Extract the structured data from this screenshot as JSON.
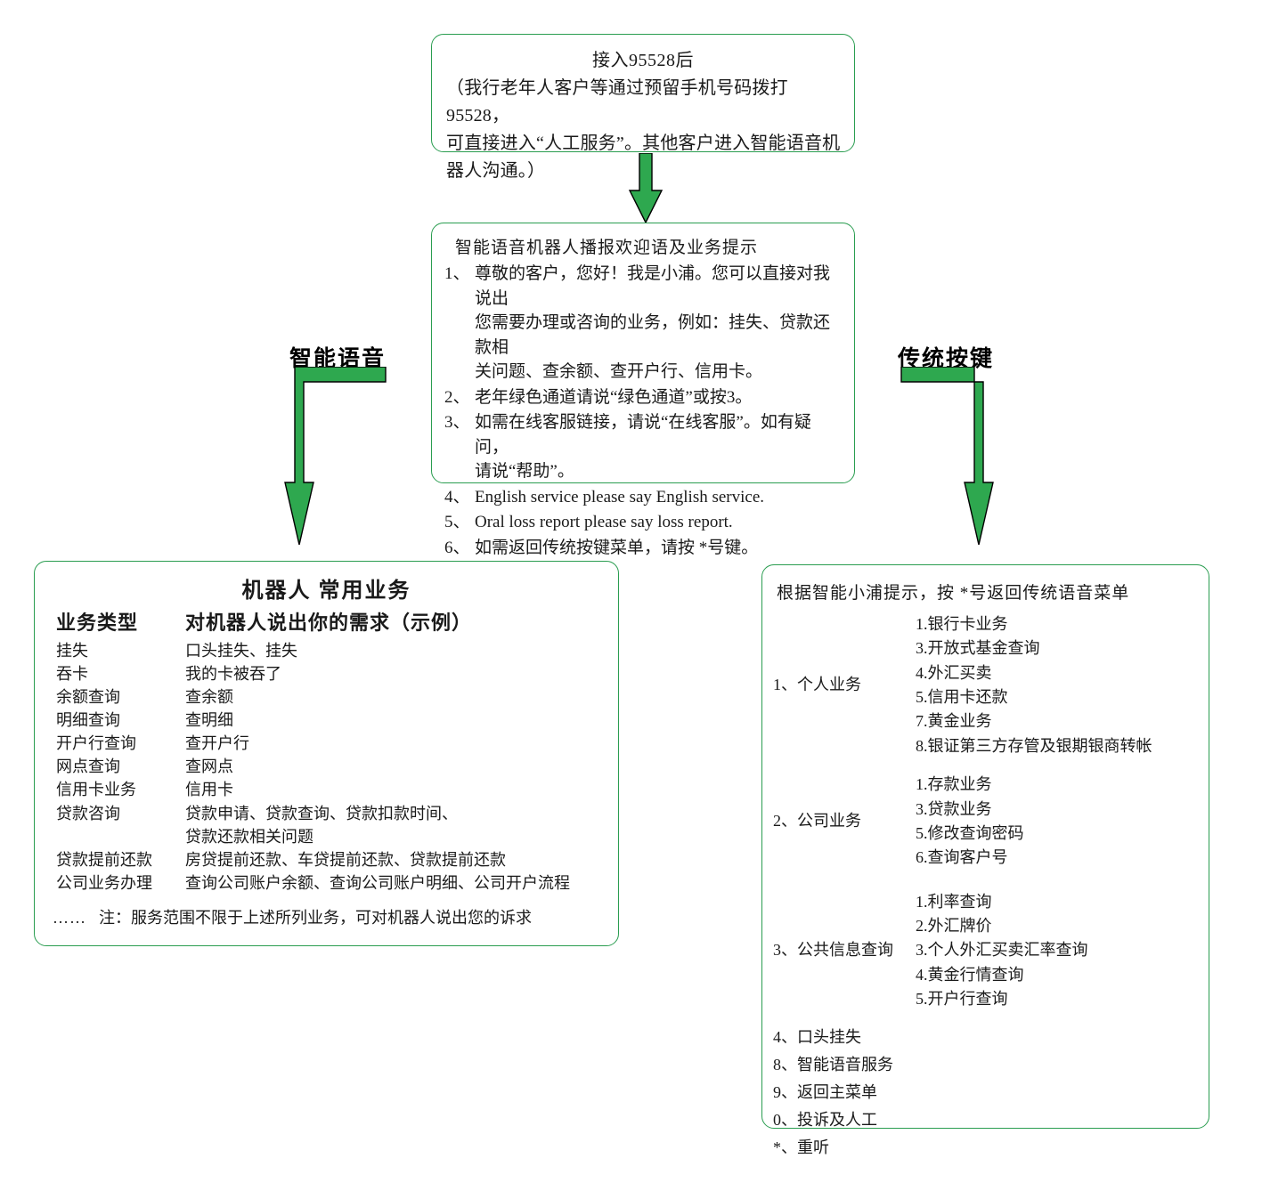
{
  "colors": {
    "arrow_fill": "#2EA84F",
    "arrow_stroke": "#000000",
    "box_border": "#2a9d50",
    "text": "#1a1a1a"
  },
  "entry_box": {
    "title": "接入95528后",
    "lines": [
      "（我行老年人客户等通过预留手机号码拨打95528，",
      "可直接进入“人工服务”。其他客户进入智能语音机",
      "器人沟通。）"
    ]
  },
  "robot_box": {
    "heading": "智能语音机器人播报欢迎语及业务提示",
    "items": [
      {
        "num": "1、",
        "lines": [
          "尊敬的客户，您好！我是小浦。您可以直接对我说出",
          "您需要办理或咨询的业务，例如：挂失、贷款还款相",
          "关问题、查余额、查开户行、信用卡。"
        ]
      },
      {
        "num": "2、",
        "lines": [
          "老年绿色通道请说“绿色通道”或按3。"
        ]
      },
      {
        "num": "3、",
        "lines": [
          "如需在线客服链接，请说“在线客服”。如有疑问，",
          "请说“帮助”。"
        ]
      },
      {
        "num": "4、",
        "lines": [
          "English service please say English service."
        ]
      },
      {
        "num": "5、",
        "lines": [
          "Oral loss report please say loss report."
        ]
      },
      {
        "num": "6、",
        "lines": [
          "如需返回传统按键菜单，请按 *号键。"
        ]
      }
    ]
  },
  "arrows": {
    "left_label": "智能语音",
    "right_label": "传统按键"
  },
  "left_box": {
    "title": "机器人 常用业务",
    "header": {
      "col1": "业务类型",
      "col2": "对机器人说出你的需求（示例）"
    },
    "rows": [
      {
        "type": "挂失",
        "example": "口头挂失、挂失"
      },
      {
        "type": "吞卡",
        "example": "我的卡被吞了"
      },
      {
        "type": "余额查询",
        "example": "查余额"
      },
      {
        "type": "明细查询",
        "example": "查明细"
      },
      {
        "type": "开户行查询",
        "example": "查开户行"
      },
      {
        "type": "网点查询",
        "example": "查网点"
      },
      {
        "type": "信用卡业务",
        "example": "信用卡"
      },
      {
        "type": "贷款咨询",
        "example": "贷款申请、贷款查询、贷款扣款时间、",
        "example2": "贷款还款相关问题"
      },
      {
        "type": "贷款提前还款",
        "example": "房贷提前还款、车贷提前还款、贷款提前还款"
      },
      {
        "type": "公司业务办理",
        "example": "查询公司账户余额、查询公司账户明细、公司开户流程"
      }
    ],
    "note_dots": "……",
    "note_text": "注：服务范围不限于上述所列业务，可对机器人说出您的诉求"
  },
  "right_box": {
    "heading": "根据智能小浦提示，按 *号返回传统语音菜单",
    "groups": [
      {
        "label": "1、个人业务",
        "items": [
          "1.银行卡业务",
          "3.开放式基金查询",
          "4.外汇买卖",
          "5.信用卡还款",
          "7.黄金业务",
          "8.银证第三方存管及银期银商转帐"
        ]
      },
      {
        "label": "2、公司业务",
        "items": [
          "1.存款业务",
          "3.贷款业务",
          "5.修改查询密码",
          "6.查询客户号"
        ]
      },
      {
        "label": "3、公共信息查询",
        "items": [
          "1.利率查询",
          "2.外汇牌价",
          "3.个人外汇买卖汇率查询",
          "4.黄金行情查询",
          "5.开户行查询"
        ]
      }
    ],
    "simple_items": [
      "4、口头挂失",
      "8、智能语音服务",
      "9、返回主菜单",
      "0、投诉及人工",
      "*、重听"
    ]
  }
}
